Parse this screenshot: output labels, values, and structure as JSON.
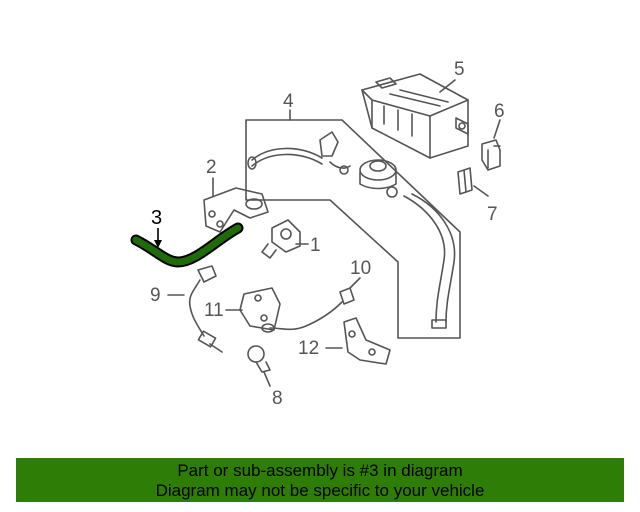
{
  "diagram": {
    "callouts": {
      "c1": "1",
      "c2": "2",
      "c3": "3",
      "c4": "4",
      "c5": "5",
      "c6": "6",
      "c7": "7",
      "c8": "8",
      "c9": "9",
      "c10": "10",
      "c11": "11",
      "c12": "12"
    },
    "highlight_color": "#1f6b0a",
    "line_color": "#555555"
  },
  "banner": {
    "line1": "Part or sub-assembly is #3 in diagram",
    "line2": "Diagram may not be specific to your vehicle",
    "background": "#2e7d06"
  }
}
